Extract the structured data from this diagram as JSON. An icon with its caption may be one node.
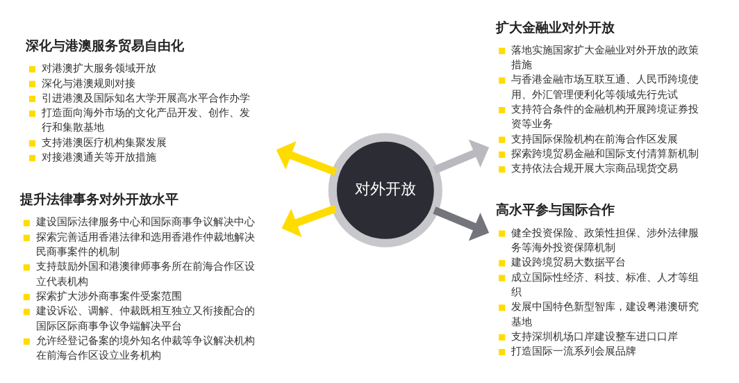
{
  "diagram": {
    "nodes": [
      {
        "text": [
          "对外开放"
        ]
      },
      {
        "text": [
          "深化与港澳服务贸易自由化",
          "对港澳扩大服务领域开放",
          "深化与港澳规则对接",
          "引进港澳及国际知名大学开展高水平合作办学",
          "打造面向海外市场的文化产品开发、创作、发行和集散基地",
          "支持港澳医疗机构集聚发展",
          "对接港澳通关等开放措施"
        ]
      },
      {
        "text": [
          "扩大金融业对外开放",
          "落地实施国家扩大金融业对外开放的政策措施",
          "与香港金融市场互联互通、人民币跨境使用、外汇管理便利化等领域先行先试",
          "支持符合条件的金融机构开展跨境证券投资等业务",
          "支持国际保险机构在前海合作区发展",
          "探索跨境贸易金融和国际支付清算新机制",
          "支持依法合规开展大宗商品现货交易"
        ]
      },
      {
        "text": [
          "提升法律事务对外开放水平",
          "建设国际法律服务中心和国际商事争议解决中心",
          "探索完善适用香港法律和选用香港作仲裁地解决民商事案件的机制",
          "支持鼓励外国和港澳律师事务所在前海合作区设立代表机构",
          "探索扩大涉外商事案件受案范围",
          "建设诉讼、调解、仲裁既相互独立又衔接配合的国际区际商事争议争端解决平台",
          "允许经登记备案的境外知名仲裁等争议解决机构在前海合作区设立业务机构"
        ]
      },
      {
        "text": [
          "高水平参与国际合作",
          "健全投资保险、政策性担保、涉外法律服务等海外投资保障机制",
          "建设跨境贸易大数据平台",
          "成立国际性经济、科技、标准、人才等组织",
          "发展中国特色新型智库，建设粤港澳研究基地",
          "支持深圳机场口岸建设整车进口口岸",
          "打造国际一流系列会展品牌"
        ]
      }
    ],
    "edges": [
      {
        "from": 0,
        "to": 1,
        "arrow": "to"
      },
      {
        "from": 0,
        "to": 2,
        "arrow": "to",
        "color": "#b9b9bf"
      },
      {
        "from": 0,
        "to": 3,
        "arrow": "to"
      },
      {
        "from": 0,
        "to": 4,
        "arrow": "to",
        "color": "#74747c"
      }
    ]
  }
}
